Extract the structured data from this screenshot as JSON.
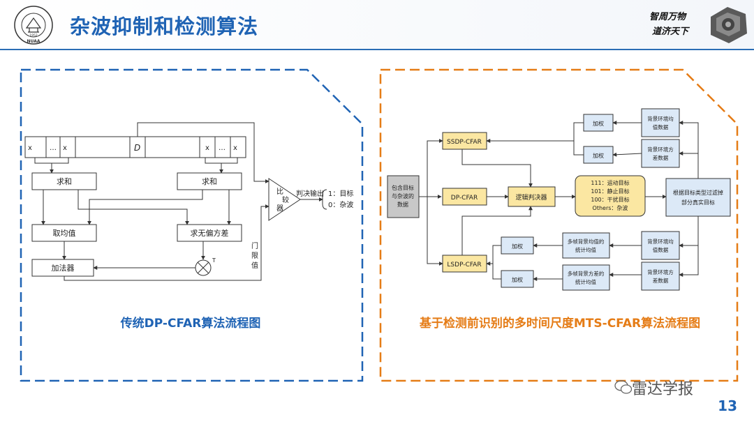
{
  "header": {
    "title": "杂波抑制和检测算法",
    "logo_caption": "NUAA",
    "logo_year": "1952",
    "motto_line1": "智周万物",
    "motto_line2": "道济天下"
  },
  "left_panel": {
    "caption": "传统DP-CFAR算法流程图",
    "cells": [
      "x",
      "…",
      "x",
      "D",
      "x",
      "…",
      "x"
    ],
    "blocks": {
      "sum_left": "求和",
      "sum_right": "求和",
      "mean": "取均值",
      "unbiased_var": "求无偏方差",
      "adder": "加法器",
      "comparator_l1": "比",
      "comparator_l2": "较",
      "comparator_l3": "器"
    },
    "labels": {
      "decision_output": "判决输出",
      "result_target": "1：目标",
      "result_clutter": "0：杂波",
      "threshold_1": "门",
      "threshold_2": "限",
      "threshold_3": "值",
      "T": "T"
    }
  },
  "right_panel": {
    "caption": "基于检测前识别的多时间尺度MTS-CFAR算法流程图",
    "input_l1": "包含目标",
    "input_l2": "与杂波的",
    "input_l3": "数据",
    "ssdp": "SSDP-CFAR",
    "dp": "DP-CFAR",
    "lsdp": "LSDP-CFAR",
    "logic": "逻辑判决器",
    "result_l1": "111：运动目标",
    "result_l2": "101：静止目标",
    "result_l3": "100：干扰目标",
    "result_l4": "Others：杂波",
    "weight_1": "加权",
    "weight_2": "加权",
    "weight_3": "加权",
    "weight_4": "加权",
    "bg_mean_1_l1": "背景环境均",
    "bg_mean_1_l2": "值数据",
    "bg_var_1_l1": "背景环境方",
    "bg_var_1_l2": "差数据",
    "bg_mean_2_l1": "背景环境均",
    "bg_mean_2_l2": "值数据",
    "bg_var_2_l1": "背景环境方",
    "bg_var_2_l2": "差数据",
    "multi_mean_l1": "多帧背景均值的",
    "multi_mean_l2": "统计均值",
    "multi_var_l1": "多帧背景方差的",
    "multi_var_l2": "统计均值",
    "filter_l1": "根据目标类型过滤掉",
    "filter_l2": "部分真实目标"
  },
  "footer": {
    "watermark": "雷达学报",
    "page_number": "13"
  },
  "colors": {
    "accent_blue": "#1f63b4",
    "accent_orange": "#e57c16",
    "box_yellow": "#fbe7a2",
    "box_blue": "#dce9f7",
    "box_gray": "#c8c8c8"
  }
}
